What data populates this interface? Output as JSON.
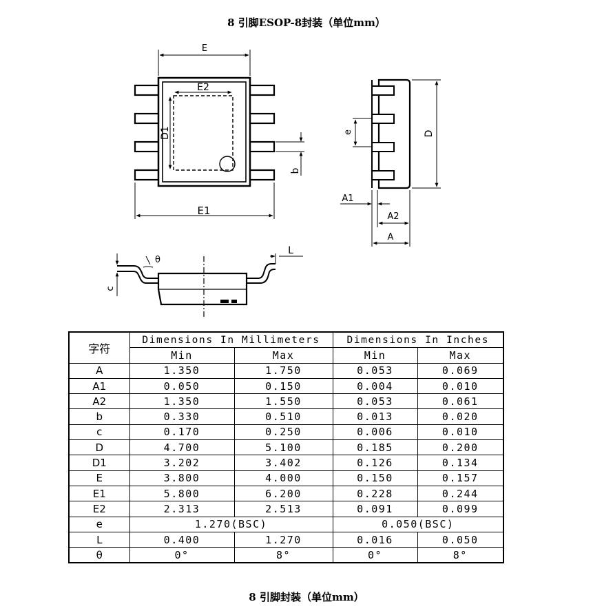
{
  "title_top": "8 引脚ESOP-8封装（单位mm）",
  "title_bottom": "8 引脚封装（单位mm）",
  "drawing_labels": {
    "E": "E",
    "E2": "E2",
    "D1": "D1",
    "E1": "E1",
    "b": "b",
    "e": "e",
    "D": "D",
    "A1": "A1",
    "A2": "A2",
    "A": "A",
    "theta": "θ",
    "L": "L",
    "c": "c"
  },
  "table": {
    "symbol_header": "字符",
    "group_mm": "Dimensions In Millimeters",
    "group_in": "Dimensions In Inches",
    "min": "Min",
    "max": "Max",
    "rows": [
      {
        "sym": "A",
        "mm_min": "1.350",
        "mm_max": "1.750",
        "in_min": "0.053",
        "in_max": "0.069"
      },
      {
        "sym": "A1",
        "mm_min": "0.050",
        "mm_max": "0.150",
        "in_min": "0.004",
        "in_max": "0.010"
      },
      {
        "sym": "A2",
        "mm_min": "1.350",
        "mm_max": "1.550",
        "in_min": "0.053",
        "in_max": "0.061"
      },
      {
        "sym": "b",
        "mm_min": "0.330",
        "mm_max": "0.510",
        "in_min": "0.013",
        "in_max": "0.020"
      },
      {
        "sym": "c",
        "mm_min": "0.170",
        "mm_max": "0.250",
        "in_min": "0.006",
        "in_max": "0.010"
      },
      {
        "sym": "D",
        "mm_min": "4.700",
        "mm_max": "5.100",
        "in_min": "0.185",
        "in_max": "0.200"
      },
      {
        "sym": "D1",
        "mm_min": "3.202",
        "mm_max": "3.402",
        "in_min": "0.126",
        "in_max": "0.134"
      },
      {
        "sym": "E",
        "mm_min": "3.800",
        "mm_max": "4.000",
        "in_min": "0.150",
        "in_max": "0.157"
      },
      {
        "sym": "E1",
        "mm_min": "5.800",
        "mm_max": "6.200",
        "in_min": "0.228",
        "in_max": "0.244"
      },
      {
        "sym": "E2",
        "mm_min": "2.313",
        "mm_max": "2.513",
        "in_min": "0.091",
        "in_max": "0.099"
      }
    ],
    "row_e": {
      "sym": "e",
      "mm": "1.270(BSC)",
      "in": "0.050(BSC)"
    },
    "row_l": {
      "sym": "L",
      "mm_min": "0.400",
      "mm_max": "1.270",
      "in_min": "0.016",
      "in_max": "0.050"
    },
    "row_theta": {
      "sym": "θ",
      "mm_min": "0°",
      "mm_max": "8°",
      "in_min": "0°",
      "in_max": "8°"
    }
  }
}
